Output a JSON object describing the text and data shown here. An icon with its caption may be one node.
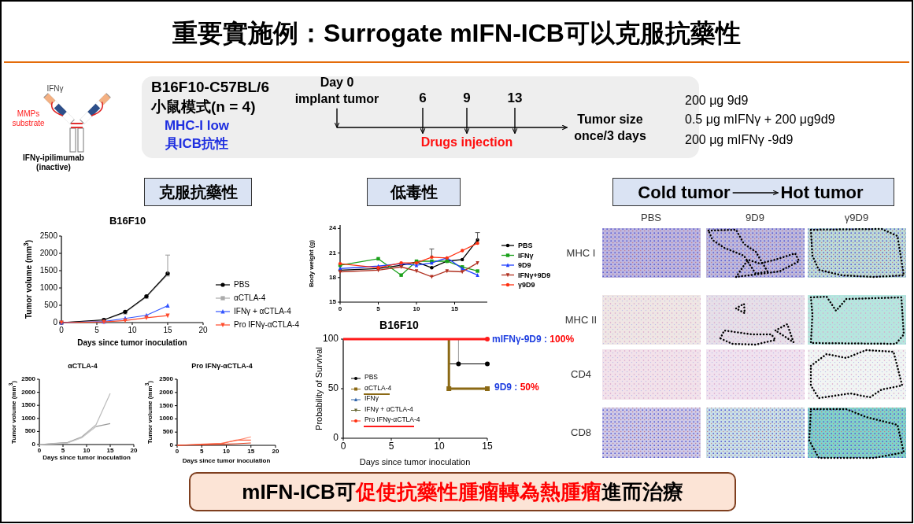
{
  "diagram": {
    "title": "重要實施例：Surrogate mIFN-ICB可以克服抗藥性",
    "nodes": [
      {
        "text": [
          "B16F10-C57BL/6 小鼠模式(n = 4)",
          "MHC-I low 具ICB抗性"
        ]
      },
      {
        "text": [
          "Day 0",
          "implant tumor"
        ],
        "in": 0
      },
      {
        "text": [
          "6"
        ],
        "in": 0
      },
      {
        "text": [
          "9"
        ],
        "in": 0
      },
      {
        "text": [
          "13"
        ],
        "in": 0
      },
      {
        "text": [
          "Tumor size once/3 days"
        ],
        "in": 0
      },
      {
        "text": [
          "克服抗藥性"
        ]
      },
      {
        "text": [
          "低毒性"
        ]
      },
      {
        "text": [],
        "shape": "box"
      },
      {
        "text": [
          "Cold tumor"
        ],
        "in": 8
      },
      {
        "text": [
          "Hot tumor"
        ],
        "in": 8
      },
      {
        "text": [
          "mIFN-ICB可",
          "促使抗藥性腫瘤轉為熱腫瘤",
          "進而治療"
        ]
      },
      {
        "text": [
          "Drugs injection"
        ],
        "in": 0
      }
    ],
    "edges": [
      {
        "from": 1,
        "to": null,
        "arrow": "to"
      },
      {
        "from": 2,
        "to": 12,
        "arrow": "to"
      },
      {
        "from": 3,
        "to": 12,
        "arrow": "to"
      },
      {
        "from": 4,
        "to": 12,
        "arrow": "to"
      },
      {
        "from": null,
        "to": 5,
        "arrow": "to"
      },
      {
        "from": 9,
        "to": 10,
        "arrow": "to"
      }
    ],
    "labels": [
      "IFNγ",
      "MMPs substrate",
      "IFNγ-ipilimumab (inactive)",
      "200 μg 9d9",
      "0.5 μg mIFNγ + 200 μg9d9",
      "200 μg mIFNγ -9d9",
      "B16F10",
      "Tumor volume (mm$^{3}$)",
      "2500",
      "2000",
      "1500",
      "1000",
      "500",
      "0",
      "0",
      "5",
      "10",
      "15",
      "20",
      "Days since tumor inoculation",
      "αCTLA-4",
      "Tumor volume (mm$^{3}$)",
      "2500",
      "2000",
      "1500",
      "1000",
      "500",
      "0",
      "0",
      "5",
      "10",
      "15",
      "20",
      "Days since tumor inoculation",
      "Pro IFNγ-αCTLA-4",
      "Tumor volume (mm$^{3}$)",
      "2500",
      "2000",
      "1500",
      "1000",
      "500",
      "0",
      "0",
      "5",
      "10",
      "15",
      "20",
      "Days since tumor inoculation",
      "Body weight (g)",
      "24",
      "21",
      "18",
      "15",
      "0",
      "5",
      "10",
      "15",
      "B16F10",
      "Probability of Survival",
      "100",
      "50",
      "0",
      "0",
      "5",
      "10",
      "15",
      "Days since tumor inoculation",
      "mIFNγ-9D9 : *100%*",
      "9D9 : *50%*",
      "PBS",
      "9D9",
      "γ9D9",
      "MHC I",
      "MHC II",
      "CD4",
      "CD8"
    ],
    "legend": [
      {
        "text": "PBS"
      },
      {
        "text": "αCTLA-4"
      },
      {
        "text": "IFNγ + αCTLA-4"
      },
      {
        "text": "Pro IFNγ-αCTLA-4"
      },
      {
        "text": "PBS"
      },
      {
        "text": "IFNγ"
      },
      {
        "text": "9D9"
      },
      {
        "text": "IFNγ+9D9"
      },
      {
        "text": "γ9D9"
      },
      {
        "text": "PBS"
      },
      {
        "text": "αCTLA-4"
      },
      {
        "text": "IFNγ"
      },
      {
        "text": "IFNγ + αCTLA-4"
      },
      {
        "text": "Pro IFNγ-αCTLA-4"
      }
    ]
  }
}
